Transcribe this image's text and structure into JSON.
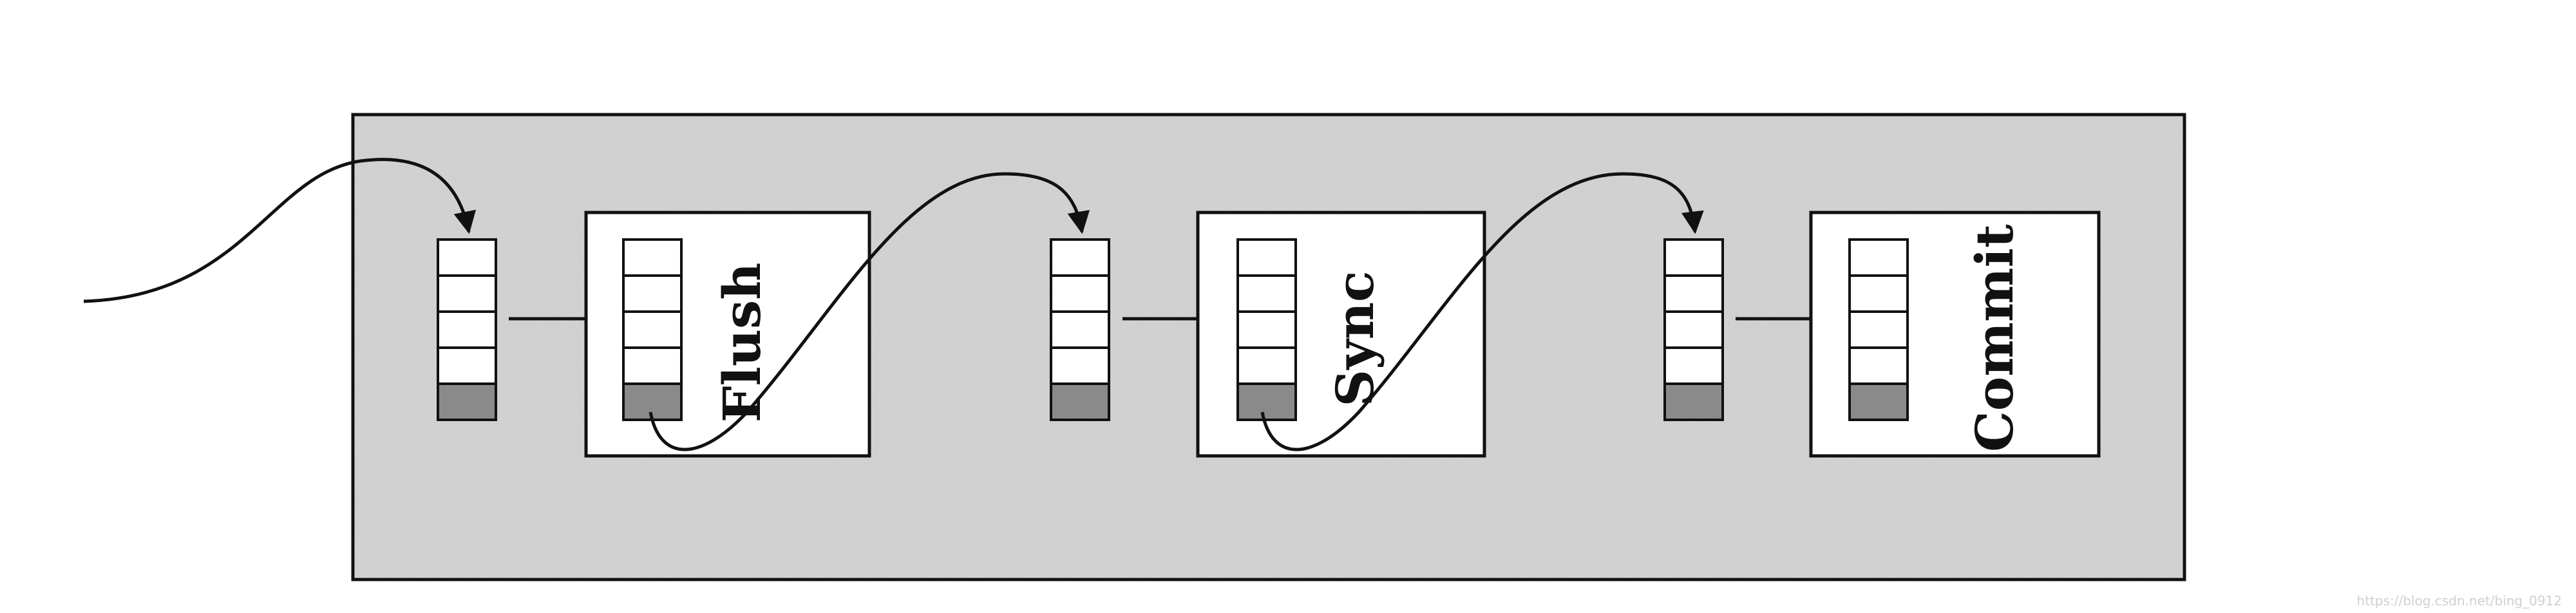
{
  "stages": [
    {
      "label": "Flush"
    },
    {
      "label": "Sync"
    },
    {
      "label": "Commit"
    }
  ],
  "queue": {
    "slots": 5,
    "filled_slots": 1
  },
  "watermark": "https://blog.csdn.net/bing_0912",
  "colors": {
    "panel_fill": "#d3d3d3",
    "box_fill": "#ffffff",
    "stroke": "#111111",
    "filled_slot": "#8a8a8a"
  }
}
